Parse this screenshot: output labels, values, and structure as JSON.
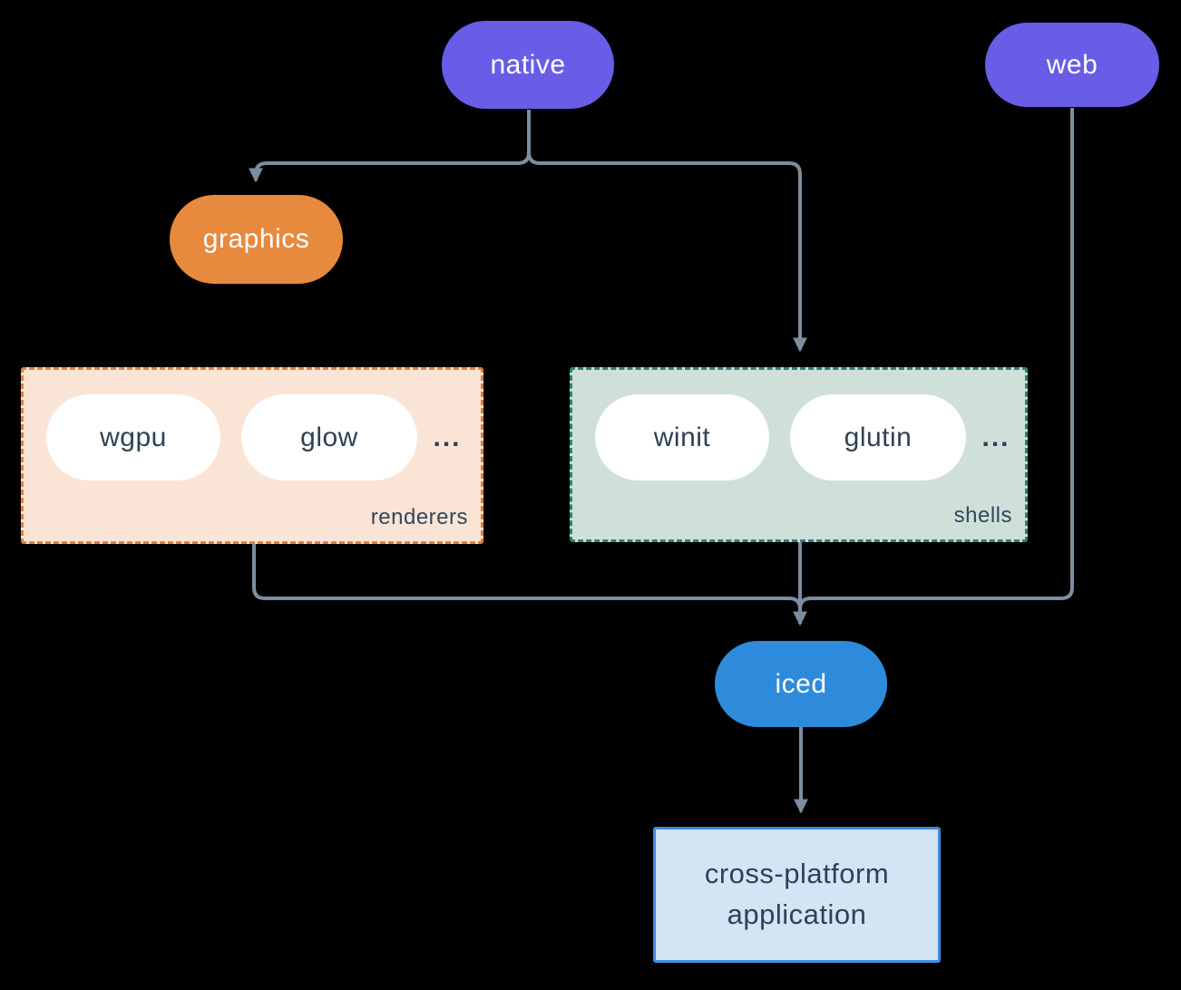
{
  "diagram": {
    "colors": {
      "background": "#000000",
      "connector": "#7d8da0",
      "native_web_fill": "#695ce7",
      "graphics_fill": "#e78a3e",
      "iced_fill": "#2e8bdb",
      "pill_text_light": "#ffffff",
      "dark_text": "#2f4154",
      "renderers_fill": "#fae4d6",
      "renderers_border": "#e0813c",
      "shells_fill": "#cfe0db",
      "shells_border": "#2b8274",
      "application_fill": "#d3e4f5",
      "application_border": "#3a8ede"
    },
    "nodes": {
      "native": {
        "label": "native"
      },
      "web": {
        "label": "web"
      },
      "graphics": {
        "label": "graphics"
      },
      "iced": {
        "label": "iced"
      },
      "application": {
        "label": "cross-platform application"
      }
    },
    "groups": {
      "renderers": {
        "label": "renderers",
        "pills": [
          "wgpu",
          "glow"
        ],
        "ellipsis": "..."
      },
      "shells": {
        "label": "shells",
        "pills": [
          "winit",
          "glutin"
        ],
        "ellipsis": "..."
      }
    }
  }
}
